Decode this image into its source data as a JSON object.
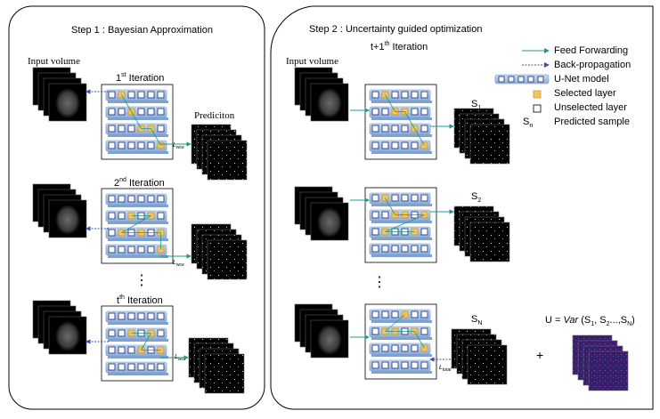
{
  "step1": {
    "title": "Step 1 : Bayesian Approximation",
    "input_label": "Input volume",
    "prediction_label": "Prediciton",
    "iterations": [
      {
        "num": "1",
        "sup": "st",
        "word": " Iteration",
        "loss": "L",
        "loss_sub": "wce"
      },
      {
        "num": "2",
        "sup": "nd",
        "word": " Iteration",
        "loss": "L",
        "loss_sub": "wce"
      },
      {
        "num": "t",
        "sup": "th",
        "word": " Iteration",
        "loss": "L",
        "loss_sub": "wce"
      }
    ]
  },
  "step2": {
    "title": "Step 2 : Uncertainty guided optimization",
    "iteration": {
      "prefix": "t+1",
      "sup": "th",
      "word": " Iteration"
    },
    "input_label": "Input volume",
    "samples": [
      {
        "base": "S",
        "sub": "1"
      },
      {
        "base": "S",
        "sub": "2"
      },
      {
        "base": "S",
        "sub": "N"
      }
    ],
    "loss": "L",
    "loss_sub": "total",
    "plus": "+",
    "formula": {
      "lhs": "U = ",
      "var": "Var",
      "args": " (S",
      "s1": "1",
      "mid": ", S",
      "s2": "2",
      "rest": "...,S",
      "sn": "N",
      "close": ")"
    }
  },
  "legend": {
    "feed_forward": "Feed Forwarding",
    "back_prop": "Back-propagation",
    "unet": "U-Net model",
    "selected": "Selected layer",
    "unselected": "Unselected layer",
    "predicted_base": "S",
    "predicted_sub": "n",
    "predicted": "Predicted sample"
  },
  "colors": {
    "feed_forward": "#1f9a8a",
    "back_prop": "#3b4fb0",
    "unet_bar": "#a9c6ea",
    "selected": "#f4c561",
    "uncertainty": "#3d1a6e"
  },
  "ellipsis": "⋮"
}
